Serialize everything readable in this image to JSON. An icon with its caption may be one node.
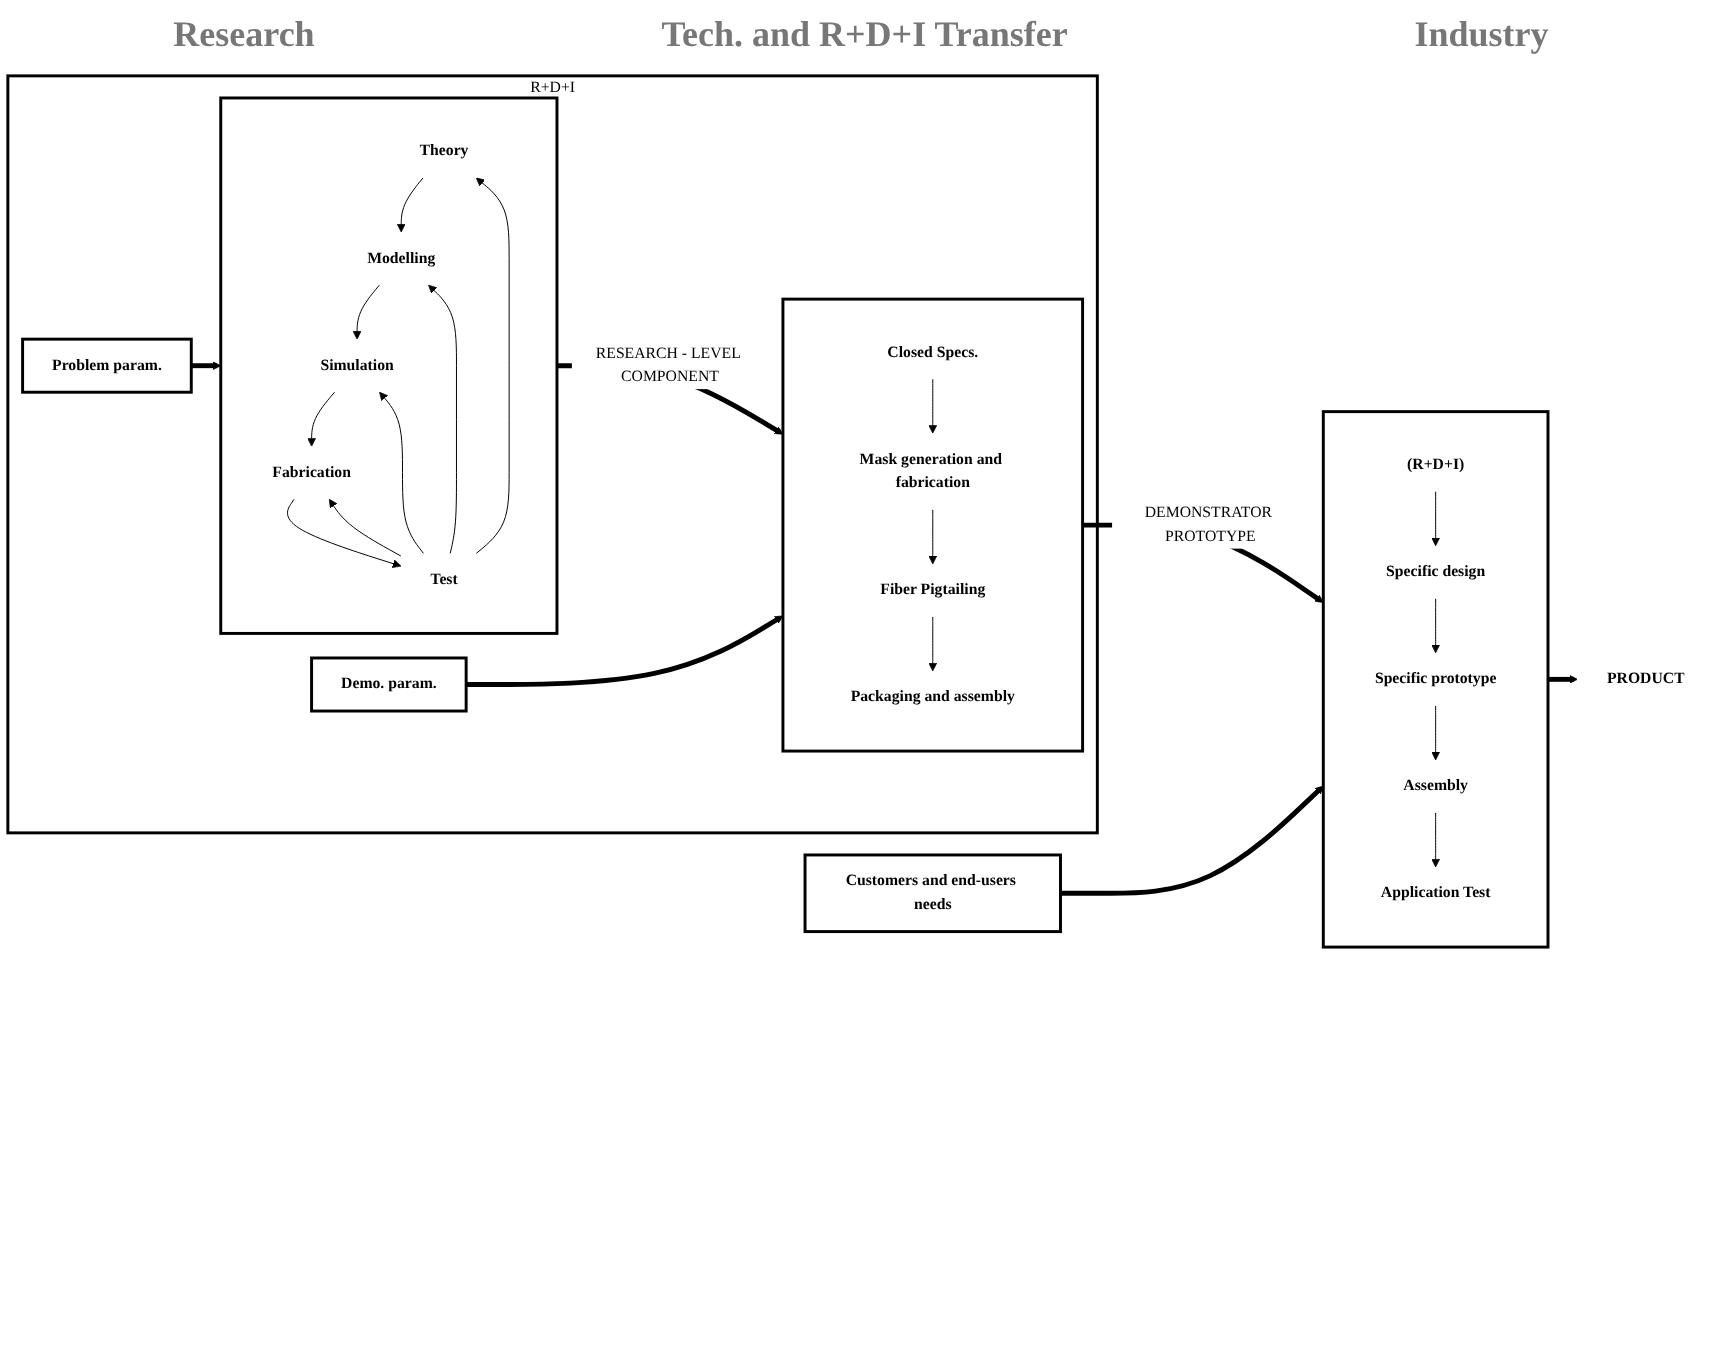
{
  "diagram": {
    "nodes": [
      {
        "text": [
          "R+D+I"
        ]
      },
      {
        "text": [
          "Problem param."
        ],
        "in": 0
      },
      {
        "text": [],
        "shape": "box",
        "in": 0
      },
      {
        "text": [
          "Theory"
        ],
        "in": 2
      },
      {
        "text": [
          "Modelling"
        ],
        "in": 2
      },
      {
        "text": [
          "Simulation"
        ],
        "in": 2
      },
      {
        "text": [
          "Fabrication"
        ],
        "in": 2
      },
      {
        "text": [
          "Test"
        ],
        "in": 2
      },
      {
        "text": [
          "Demo. param."
        ],
        "in": 0
      },
      {
        "text": [],
        "shape": "box",
        "in": 0
      },
      {
        "text": [
          "Closed Specs."
        ],
        "in": 9
      },
      {
        "text": [
          "Mask generation and fabrication"
        ],
        "in": 9
      },
      {
        "text": [
          "Fiber Pigtailing"
        ],
        "in": 9
      },
      {
        "text": [
          "Packaging and assembly"
        ],
        "in": 9
      },
      {
        "text": [
          "Customers and end-users needs"
        ]
      },
      {
        "text": [],
        "shape": "box"
      },
      {
        "text": [
          "(R+D+I)"
        ],
        "in": 15
      },
      {
        "text": [
          "Specific design"
        ],
        "in": 15
      },
      {
        "text": [
          "Specific prototype"
        ],
        "in": 15
      },
      {
        "text": [
          "Assembly"
        ],
        "in": 15
      },
      {
        "text": [
          "Application Test"
        ],
        "in": 15
      },
      {
        "text": [
          "PRODUCT"
        ]
      }
    ],
    "edges": [
      {
        "from": 1,
        "to": 2,
        "arrow": "to",
        "style": "thick"
      },
      {
        "from": 3,
        "to": 4,
        "arrow": "to"
      },
      {
        "from": 4,
        "to": 5,
        "arrow": "to"
      },
      {
        "from": 5,
        "to": 6,
        "arrow": "to"
      },
      {
        "from": 6,
        "to": 7,
        "arrow": "to"
      },
      {
        "from": 7,
        "to": 3,
        "arrow": "to"
      },
      {
        "from": 7,
        "to": 4,
        "arrow": "to"
      },
      {
        "from": 7,
        "to": 5,
        "arrow": "to"
      },
      {
        "from": 7,
        "to": 6,
        "arrow": "to"
      },
      {
        "from": 2,
        "to": 9,
        "arrow": "to",
        "style": "thick",
        "label": "RESEARCH - LEVEL COMPONENT"
      },
      {
        "from": 8,
        "to": 9,
        "arrow": "to",
        "style": "thick"
      },
      {
        "from": 10,
        "to": 11,
        "arrow": "to"
      },
      {
        "from": 11,
        "to": 12,
        "arrow": "to"
      },
      {
        "from": 12,
        "to": 13,
        "arrow": "to"
      },
      {
        "from": 9,
        "to": 15,
        "arrow": "to",
        "style": "thick",
        "label": "DEMONSTRATOR PROTOTYPE"
      },
      {
        "from": 14,
        "to": 15,
        "arrow": "to",
        "style": "thick"
      },
      {
        "from": 16,
        "to": 17,
        "arrow": "to"
      },
      {
        "from": 17,
        "to": 18,
        "arrow": "to"
      },
      {
        "from": 18,
        "to": 19,
        "arrow": "to"
      },
      {
        "from": 19,
        "to": 20,
        "arrow": "to"
      },
      {
        "from": 15,
        "to": 21,
        "arrow": "to",
        "style": "thick"
      }
    ],
    "labels": [
      "Research",
      "Tech. and R+D+I Transfer",
      "Industry"
    ]
  }
}
